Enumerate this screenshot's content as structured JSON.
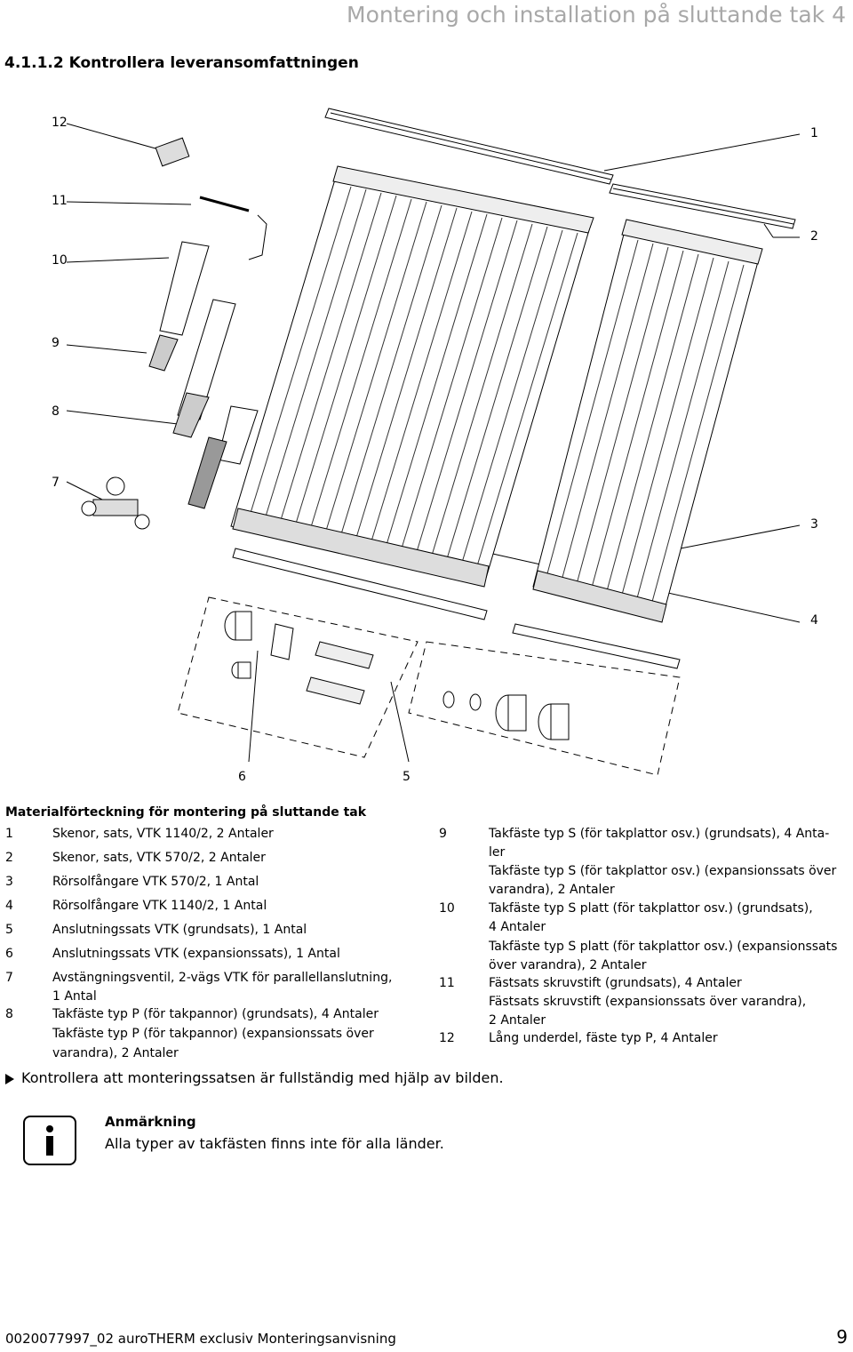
{
  "header": {
    "title": "Montering och installation på sluttande tak 4"
  },
  "section": {
    "heading": "4.1.1.2 Kontrollera leveransomfattningen"
  },
  "figure": {
    "callouts": [
      "12",
      "1",
      "11",
      "2",
      "10",
      "9",
      "8",
      "7",
      "3",
      "4",
      "6",
      "5"
    ]
  },
  "list": {
    "heading": "Materialförteckning för montering på sluttande tak",
    "left": [
      {
        "num": "1",
        "lines": [
          "Skenor, sats, VTK 1140/2, 2 Antaler"
        ]
      },
      {
        "num": "2",
        "lines": [
          "Skenor, sats, VTK 570/2, 2 Antaler"
        ]
      },
      {
        "num": "3",
        "lines": [
          "Rörsolfångare VTK 570/2, 1 Antal"
        ]
      },
      {
        "num": "4",
        "lines": [
          "Rörsolfångare VTK 1140/2, 1 Antal"
        ]
      },
      {
        "num": "5",
        "lines": [
          "Anslutningssats VTK (grundsats), 1 Antal"
        ]
      },
      {
        "num": "6",
        "lines": [
          "Anslutningssats VTK (expansionssats), 1 Antal"
        ]
      },
      {
        "num": "7",
        "lines": [
          "Avstängningsventil, 2-vägs VTK för parallellanslutning,",
          "1 Antal"
        ]
      },
      {
        "num": "8",
        "lines": [
          "Takfäste typ P (för takpannor) (grundsats), 4 Antaler",
          "Takfäste typ P (för takpannor) (expansionssats över",
          "varandra), 2 Antaler"
        ]
      }
    ],
    "right": [
      {
        "num": "9",
        "lines": [
          "Takfäste typ S (för takplattor osv.) (grundsats), 4 Anta-",
          "ler",
          "Takfäste typ S (för takplattor osv.) (expansionssats över",
          "varandra), 2 Antaler"
        ]
      },
      {
        "num": "10",
        "lines": [
          "Takfäste typ S platt (för takplattor osv.) (grundsats),",
          "4 Antaler",
          "Takfäste typ S platt (för takplattor osv.) (expansionssats",
          "över varandra), 2 Antaler"
        ]
      },
      {
        "num": "11",
        "lines": [
          "Fästsats skruvstift (grundsats), 4 Antaler",
          "Fästsats skruvstift (expansionssats över varandra),",
          "2 Antaler"
        ]
      },
      {
        "num": "12",
        "lines": [
          "Lång underdel, fäste typ P, 4 Antaler"
        ]
      }
    ]
  },
  "instruction": {
    "text": "Kontrollera att monteringssatsen är fullständig med hjälp av bilden."
  },
  "note": {
    "icon": "info-icon",
    "title": "Anmärkning",
    "text": "Alla typer av takfästen finns inte för alla länder."
  },
  "footer": {
    "left": "0020077997_02 auroTHERM exclusiv Monteringsanvisning",
    "page": "9"
  }
}
